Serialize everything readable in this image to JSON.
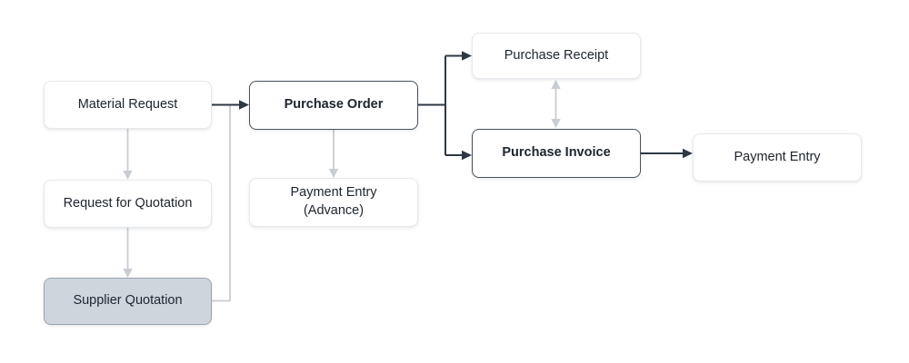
{
  "colors": {
    "background": "#ffffff",
    "node_fill": "#ffffff",
    "node_border_light": "#e5e8ec",
    "node_border_dark": "#47525f",
    "node_fill_highlight": "#ced5dc",
    "node_border_highlight": "#9aa4ae",
    "edge_dark": "#2e3843",
    "edge_light": "#c8cdd3",
    "text": "#1c242e"
  },
  "nodes": [
    {
      "id": "material-request",
      "label": "Material Request",
      "emphasis": "normal"
    },
    {
      "id": "request-for-quotation",
      "label": "Request for Quotation",
      "emphasis": "normal"
    },
    {
      "id": "supplier-quotation",
      "label": "Supplier Quotation",
      "emphasis": "highlighted"
    },
    {
      "id": "purchase-order",
      "label": "Purchase Order",
      "emphasis": "bold-outline"
    },
    {
      "id": "payment-entry-advance",
      "label": "Payment Entry\n(Advance)",
      "emphasis": "normal"
    },
    {
      "id": "purchase-receipt",
      "label": "Purchase Receipt",
      "emphasis": "normal"
    },
    {
      "id": "purchase-invoice",
      "label": "Purchase Invoice",
      "emphasis": "bold-outline"
    },
    {
      "id": "payment-entry",
      "label": "Payment Entry",
      "emphasis": "normal"
    }
  ],
  "edges": [
    {
      "from": "Material Request",
      "to": "Purchase Order",
      "style": "dark",
      "arrow": "forward"
    },
    {
      "from": "Material Request",
      "to": "Request for Quotation",
      "style": "light",
      "arrow": "forward"
    },
    {
      "from": "Request for Quotation",
      "to": "Supplier Quotation",
      "style": "light",
      "arrow": "forward"
    },
    {
      "from": "Supplier Quotation",
      "to": "Material Request → Purchase Order line",
      "style": "light",
      "arrow": "none"
    },
    {
      "from": "Purchase Order",
      "to": "Purchase Receipt",
      "style": "dark",
      "arrow": "forward"
    },
    {
      "from": "Purchase Order",
      "to": "Purchase Invoice",
      "style": "dark",
      "arrow": "forward"
    },
    {
      "from": "Purchase Order",
      "to": "Payment Entry (Advance)",
      "style": "light",
      "arrow": "forward"
    },
    {
      "from": "Purchase Receipt",
      "to": "Purchase Invoice",
      "style": "light",
      "arrow": "both"
    },
    {
      "from": "Purchase Invoice",
      "to": "Payment Entry",
      "style": "dark",
      "arrow": "forward"
    }
  ]
}
